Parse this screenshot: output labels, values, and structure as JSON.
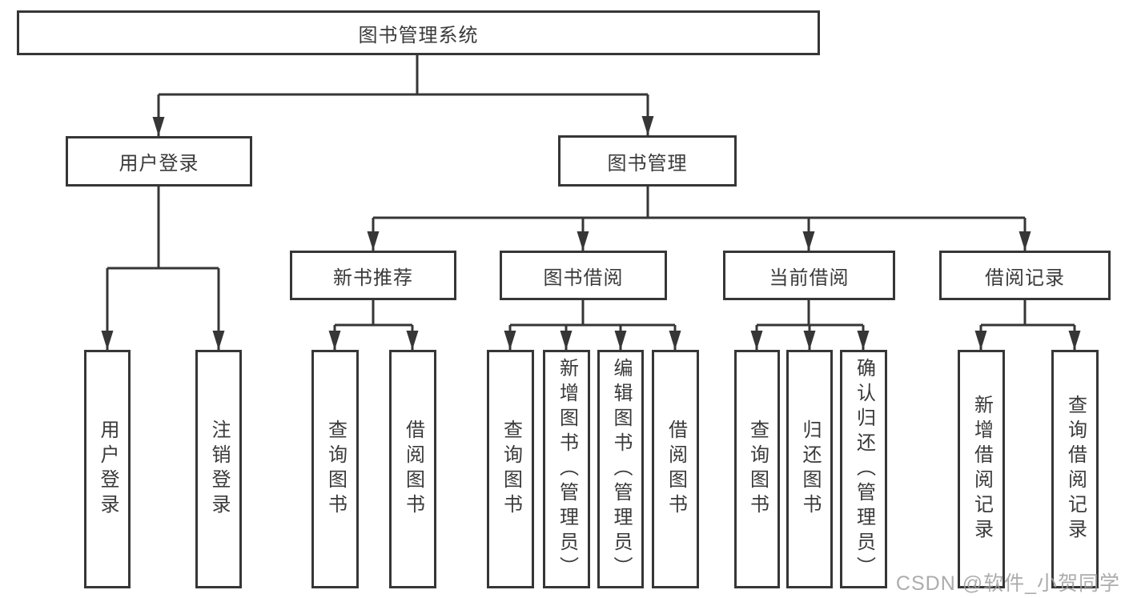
{
  "diagram": {
    "watermark": "CSDN @软件_小贺同学",
    "colors": {
      "line": "#363636",
      "text": "#3a3a3a",
      "background": "#ffffff",
      "watermark": "#9e9e9e"
    },
    "tree": {
      "label": "图书管理系统",
      "children": [
        {
          "label": "用户登录",
          "children": [
            {
              "label": "用户登录"
            },
            {
              "label": "注销登录"
            }
          ]
        },
        {
          "label": "图书管理",
          "children": [
            {
              "label": "新书推荐",
              "children": [
                {
                  "label": "查询图书"
                },
                {
                  "label": "借阅图书"
                }
              ]
            },
            {
              "label": "图书借阅",
              "children": [
                {
                  "label": "查询图书"
                },
                {
                  "label": "新增图书（管理员）"
                },
                {
                  "label": "编辑图书（管理员）"
                },
                {
                  "label": "借阅图书"
                }
              ]
            },
            {
              "label": "当前借阅",
              "children": [
                {
                  "label": "查询图书"
                },
                {
                  "label": "归还图书"
                },
                {
                  "label": "确认归还（管理员）"
                }
              ]
            },
            {
              "label": "借阅记录",
              "children": [
                {
                  "label": "新增借阅记录"
                },
                {
                  "label": "查询借阅记录"
                }
              ]
            }
          ]
        }
      ]
    }
  }
}
